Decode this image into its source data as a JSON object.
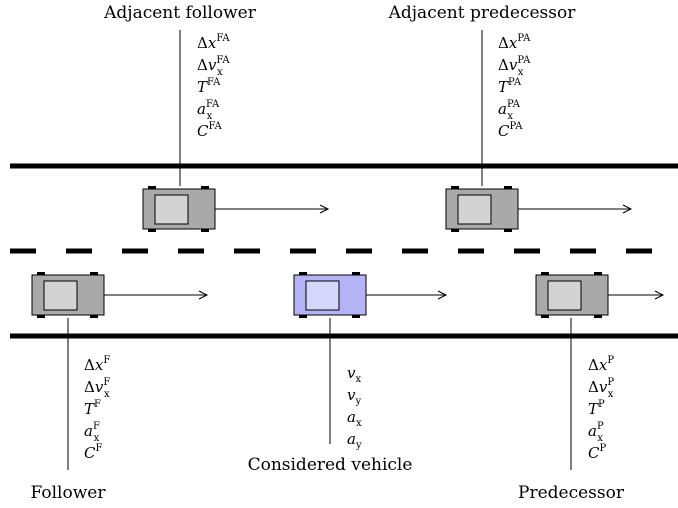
{
  "colors": {
    "road": "#000000",
    "car_body": "#a9a9a9",
    "car_window": "#d3d3d3",
    "ego_body": "#b3b3f5",
    "ego_window": "#d6d6fb",
    "wheel": "#000000"
  },
  "labels": {
    "adjacent_follower": "Adjacent follower",
    "adjacent_predecessor": "Adjacent predecessor",
    "follower": "Follower",
    "predecessor": "Predecessor",
    "considered_vehicle": "Considered vehicle"
  },
  "variables": {
    "FA": [
      {
        "sym": "Δx",
        "sup": "FA"
      },
      {
        "sym": "Δv",
        "sub": "x",
        "sup": "FA"
      },
      {
        "sym": "T",
        "sup": "FA"
      },
      {
        "sym": "a",
        "sub": "x",
        "sup": "FA"
      },
      {
        "sym": "C",
        "sup": "FA"
      }
    ],
    "PA": [
      {
        "sym": "Δx",
        "sup": "PA"
      },
      {
        "sym": "Δv",
        "sub": "x",
        "sup": "PA"
      },
      {
        "sym": "T",
        "sup": "PA"
      },
      {
        "sym": "a",
        "sub": "x",
        "sup": "PA"
      },
      {
        "sym": "C",
        "sup": "PA"
      }
    ],
    "F": [
      {
        "sym": "Δx",
        "sup": "F"
      },
      {
        "sym": "Δv",
        "sub": "x",
        "sup": "F"
      },
      {
        "sym": "T",
        "sup": "F"
      },
      {
        "sym": "a",
        "sub": "x",
        "sup": "F"
      },
      {
        "sym": "C",
        "sup": "F"
      }
    ],
    "EGO": [
      {
        "sym": "v",
        "sub": "x"
      },
      {
        "sym": "v",
        "sub": "y"
      },
      {
        "sym": "a",
        "sub": "x"
      },
      {
        "sym": "a",
        "sub": "y"
      }
    ],
    "P": [
      {
        "sym": "Δx",
        "sup": "P"
      },
      {
        "sym": "Δv",
        "sub": "x",
        "sup": "P"
      },
      {
        "sym": "T",
        "sup": "P"
      },
      {
        "sym": "a",
        "sub": "x",
        "sup": "P"
      },
      {
        "sym": "C",
        "sup": "P"
      }
    ]
  }
}
